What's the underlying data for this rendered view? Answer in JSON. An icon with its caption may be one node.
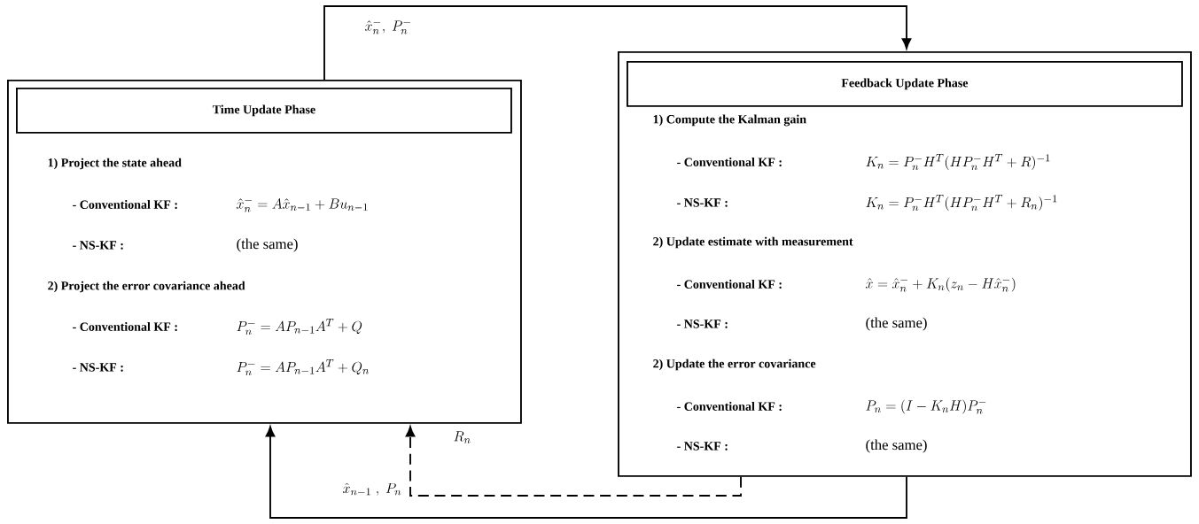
{
  "diagram": {
    "nodes": [
      {
        "text": [
          "1) Project the state ahead",
          "- Conventional KF :",
          "\\hat{x}_n^- = A\\hat{x}_{n-1} + Bu_{n-1}",
          "- NS-KF :",
          "(the same)",
          "2) Project the error covariance ahead",
          "- Conventional KF :",
          "P_n^- = AP_{n-1}A^T + Q",
          "- NS-KF :",
          "P_n^- = AP_{n-1}A^T + Q_n"
        ]
      },
      {
        "text": [
          "Time Update Phase"
        ],
        "in": 0
      },
      {
        "text": [
          "1) Compute the Kalman gain",
          "- Conventional KF :",
          "K_n = P_n^- H^T(HP_n^- H^T + R)^{-1}",
          "- NS-KF :",
          "K_n = P_n^- H^T(HP_n^- H^T + R_n)^{-1}",
          "2) Update estimate with measurement",
          "- Conventional KF :",
          "\\hat{x} = \\hat{x}_n^- + K_n(z_n - H\\hat{x}_n^-)",
          "- NS-KF :",
          "(the same)",
          "2) Update the error covariance",
          "- Conventional KF :",
          "P_n = (I - K_nH)P_n^-",
          "- NS-KF :",
          "(the same)"
        ]
      },
      {
        "text": [
          "Feedback Update Phase"
        ],
        "in": 2
      }
    ],
    "edges": [
      {
        "from": 0,
        "to": 2,
        "arrow": "to",
        "label": "\\hat{x}_n^-,\\ P_n^-"
      },
      {
        "from": 2,
        "to": 0,
        "arrow": "to",
        "label": "\\hat{x}_{n-1}\\ ,\\ P_n"
      },
      {
        "from": 2,
        "to": 0,
        "arrow": "to",
        "style": "dashed",
        "label": "R_n"
      }
    ]
  }
}
